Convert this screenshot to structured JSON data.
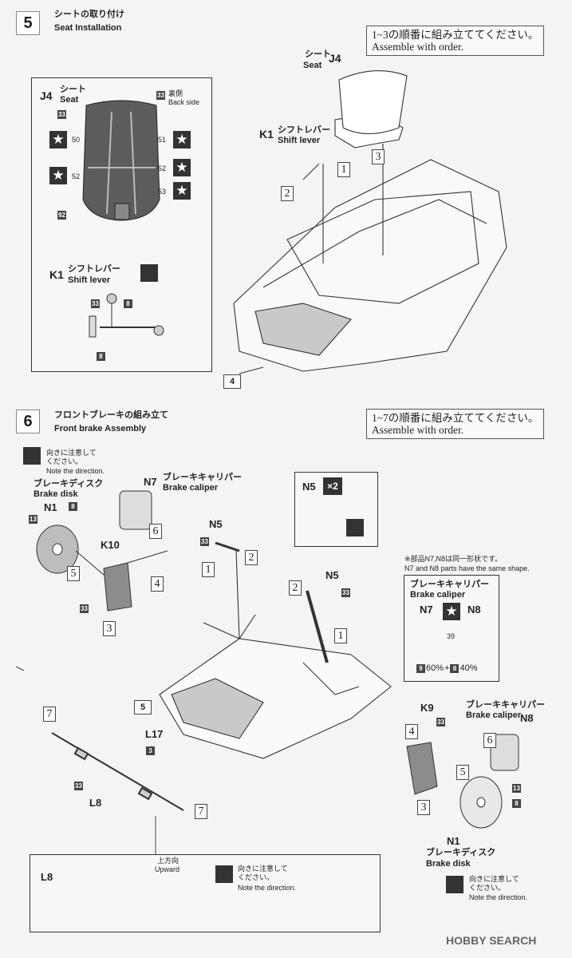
{
  "step5": {
    "number": "5",
    "title_jp": "シートの取り付け",
    "title_en": "Seat Installation",
    "order_jp": "1~3の順番に組み立ててください。",
    "order_en": "Assemble with order.",
    "inset": {
      "part_code": "J4",
      "part_jp": "シート",
      "part_en": "Seat",
      "back_num": "33",
      "back_jp": "裏側",
      "back_en": "Back side",
      "decals": [
        "33",
        "50",
        "51",
        "52",
        "52",
        "53",
        "92"
      ],
      "shift_code": "K1",
      "shift_jp": "シフトレバー",
      "shift_en": "Shift lever",
      "shift_colors": [
        "33",
        "8",
        "8"
      ]
    },
    "seat_code": "J4",
    "seat_jp": "シート",
    "seat_en": "Seat",
    "shift_code": "K1",
    "shift_jp": "シフトレバー",
    "shift_en": "Shift lever",
    "steps": [
      "1",
      "2",
      "3"
    ],
    "color_chip": "4"
  },
  "step6": {
    "number": "6",
    "title_jp": "フロントブレーキの組み立て",
    "title_en": "Front brake Assembly",
    "order_jp": "1~7の順番に組み立ててください。",
    "order_en": "Assemble with order.",
    "note_jp": "向きに注意して\nください。",
    "note_en": "Note the direction.",
    "disk_jp": "ブレーキディスク",
    "disk_en": "Brake disk",
    "caliper_jp": "ブレーキキャリパー",
    "caliper_en": "Brake caliper",
    "left": {
      "disk": "N1",
      "disk_colors": [
        "8",
        "13"
      ],
      "caliper": "N7",
      "upright": "K10",
      "upright_color": "33"
    },
    "n5_box": {
      "code": "N5",
      "mult": "×2"
    },
    "n5_left": {
      "code": "N5",
      "color": "33"
    },
    "n5_right": {
      "code": "N5",
      "color": "33"
    },
    "same_shape_jp": "※部品N7,N8は同一形状です。",
    "same_shape_en": "N7 and N8 parts have the same shape.",
    "caliper_box": {
      "title_jp": "ブレーキキャリパー",
      "title_en": "Brake caliper",
      "left": "N7",
      "right": "N8",
      "decal": "39",
      "mix_a": "9",
      "mix_a_pct": "60%",
      "plus": "+",
      "mix_b": "8",
      "mix_b_pct": "40%"
    },
    "chassis_chip": "5",
    "l17": {
      "code": "L17",
      "color": "3"
    },
    "l8": {
      "code": "L8",
      "color": "33"
    },
    "right": {
      "upright": "K9",
      "upright_color": "33",
      "caliper": "N8",
      "disk": "N1",
      "disk_colors": [
        "13",
        "8"
      ]
    },
    "steps": [
      "1",
      "2",
      "3",
      "4",
      "5",
      "6",
      "7"
    ],
    "l8_box": {
      "code": "L8",
      "upward_jp": "上方向",
      "upward_en": "Upward",
      "note_jp": "向きに注意して\nください。",
      "note_en": "Note the direction."
    },
    "bottom_note_jp": "向きに注意して\nください。",
    "bottom_note_en": "Note the direction."
  },
  "watermark": {
    "text": "HOBBY SEARCH"
  }
}
